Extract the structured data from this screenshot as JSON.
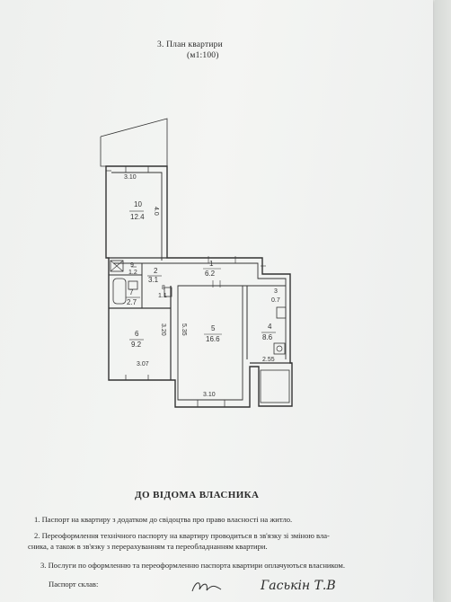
{
  "header": {
    "title": "3. План квартири",
    "scale": "(м1:100)"
  },
  "plan": {
    "rooms": [
      {
        "number": "10",
        "area": "12.4"
      },
      {
        "number": "1",
        "area": "6.2"
      },
      {
        "number": "2",
        "area": "3.1"
      },
      {
        "number": "9",
        "area": "1.2"
      },
      {
        "number": "7",
        "area": "2.7"
      },
      {
        "number": "8",
        "area": "1.1"
      },
      {
        "number": "6",
        "area": "9.2"
      },
      {
        "number": "5",
        "area": "16.6"
      },
      {
        "number": "4",
        "area": "8.6"
      },
      {
        "number": "3",
        "area": "0.7"
      }
    ],
    "dimensions": {
      "room10_width": "3.10",
      "room10_length": "4.0",
      "room6_length": "3.20",
      "room6_width": "3.07",
      "room5_length": "5.35",
      "room5_width": "3.10",
      "room4_width": "2.55"
    }
  },
  "section": {
    "title": "ДО ВІДОМА ВЛАСНИКА"
  },
  "notes": {
    "n1": "1. Паспорт на квартиру з додатком до свідоцтва про право власності на житло.",
    "n2": "2. Переоформлення технічного паспорту на квартиру проводиться в зв'язку зі зміною вла-",
    "n2b": "сника, а також в зв'язку з перерахуванням та переобладнанням квартири.",
    "n3": "3. Послуги по оформленню та переоформленню паспорта квартири оплачуються власником."
  },
  "footer": {
    "compiled_label": "Паспорт склав:",
    "signature_name": "Гаськін Т.В"
  }
}
